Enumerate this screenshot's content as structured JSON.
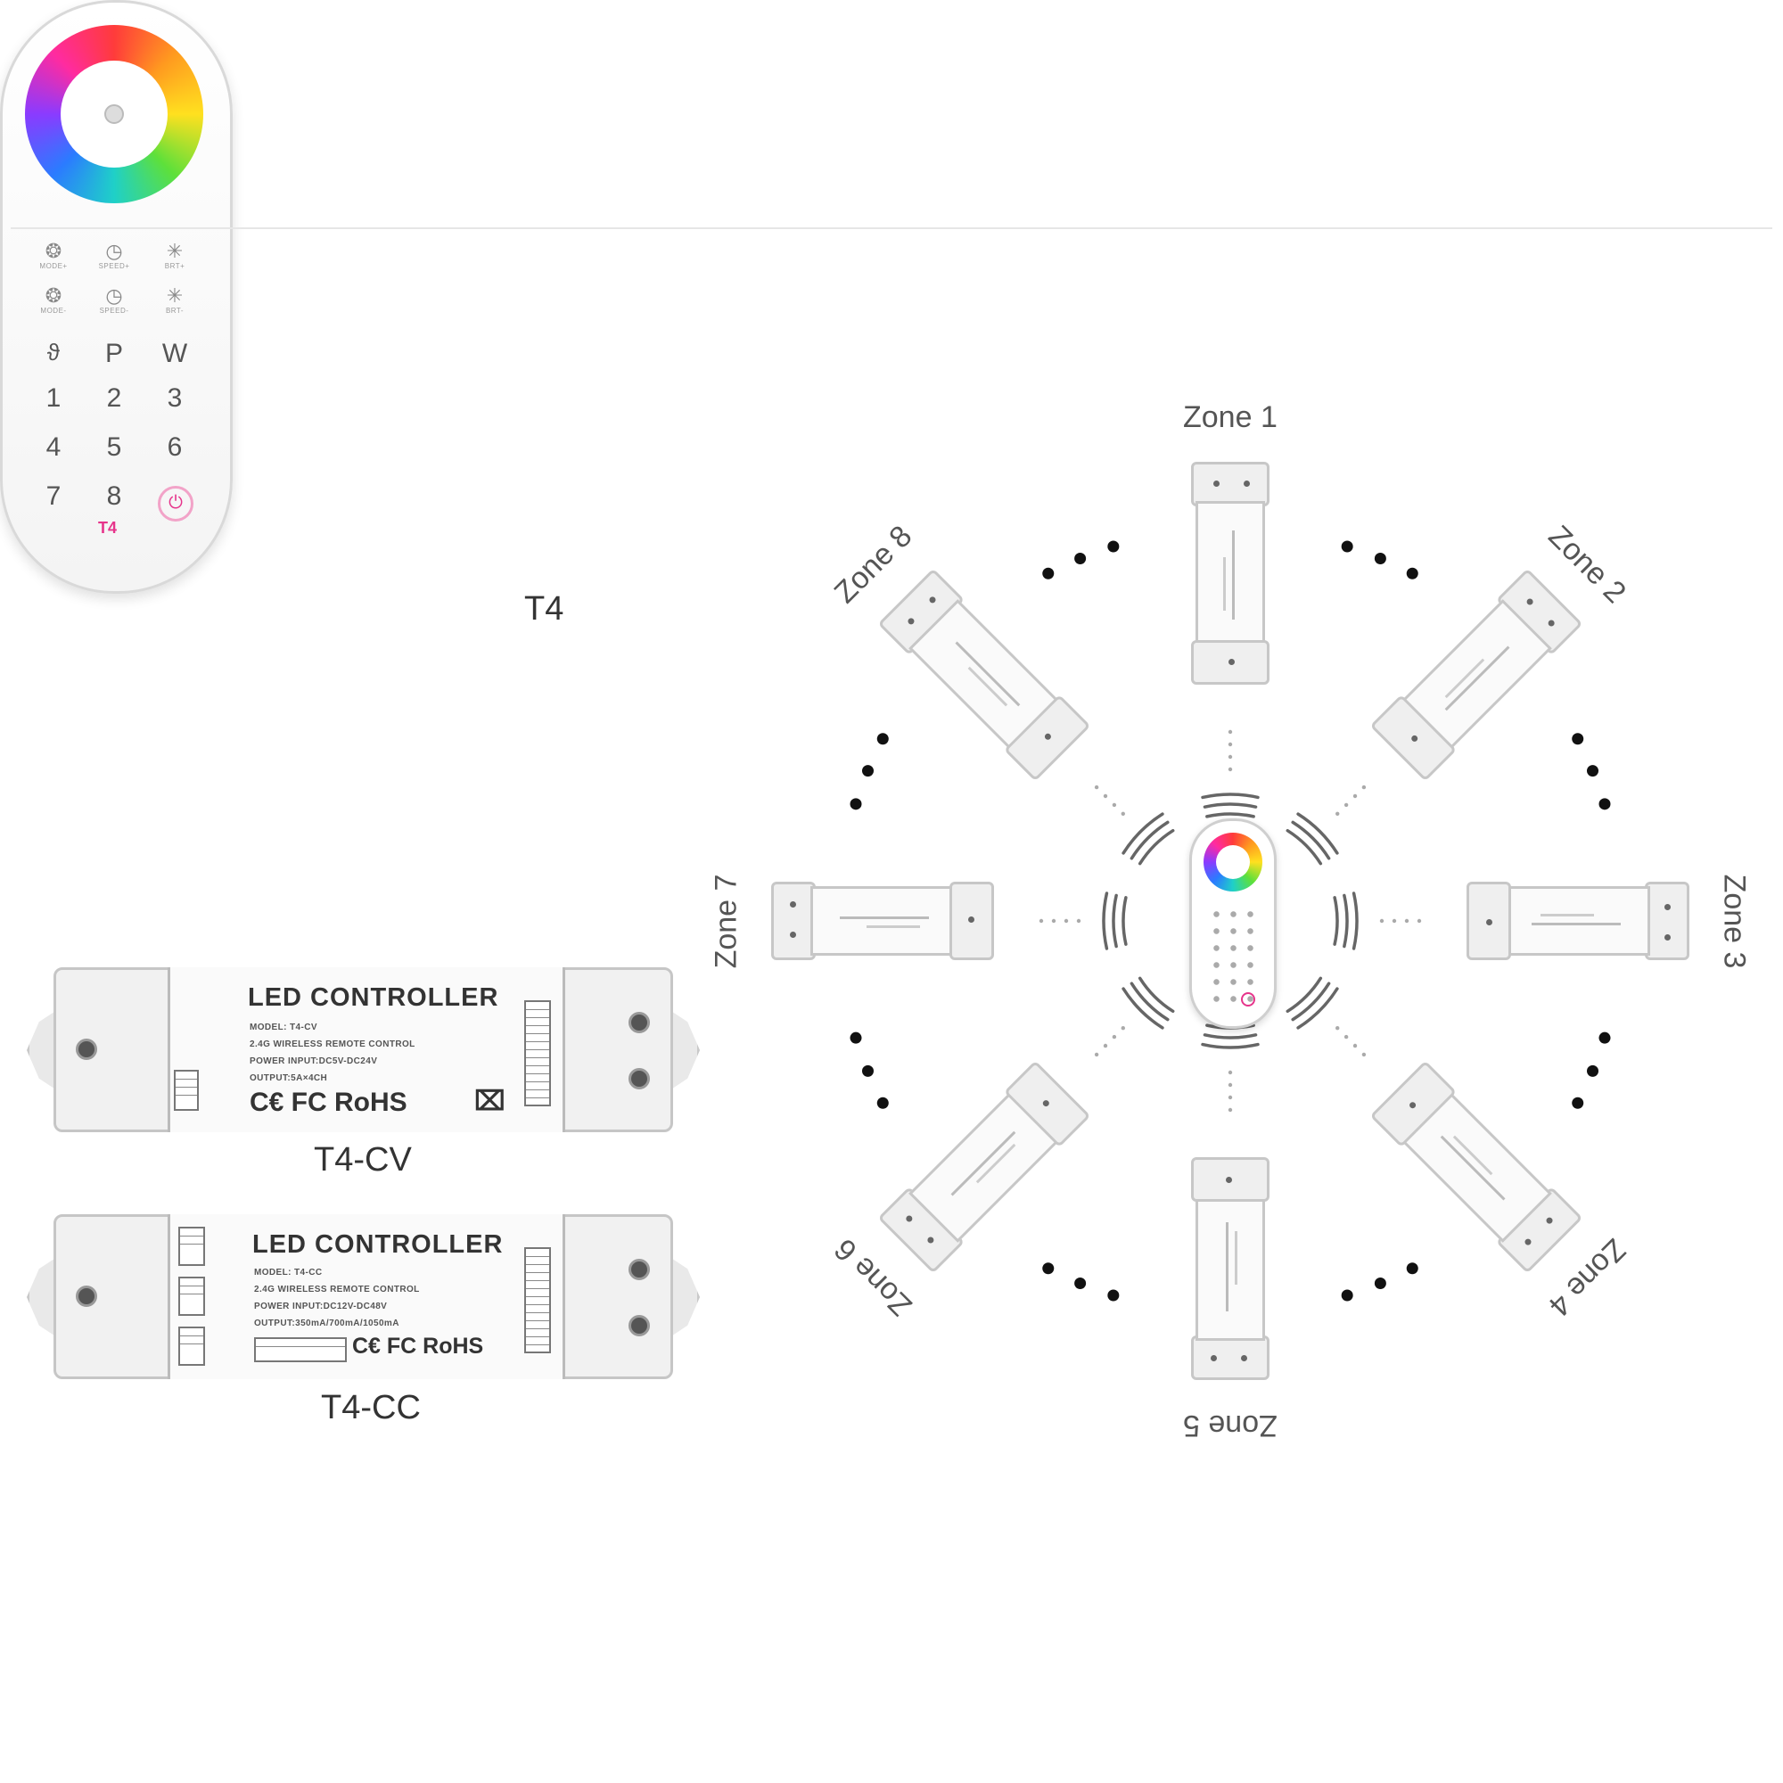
{
  "remote": {
    "label": "T4",
    "brand": "T4",
    "buttons_row1": [
      {
        "icon": "mode-icon",
        "glyph": "❂",
        "label": "MODE+"
      },
      {
        "icon": "speed-icon",
        "glyph": "◷",
        "label": "SPEED+"
      },
      {
        "icon": "brightness-icon",
        "glyph": "✳",
        "label": "BRT+"
      }
    ],
    "buttons_row2": [
      {
        "icon": "mode-icon",
        "glyph": "❂",
        "label": "MODE-"
      },
      {
        "icon": "speed-icon",
        "glyph": "◷",
        "label": "SPEED-"
      },
      {
        "icon": "brightness-icon",
        "glyph": "✳",
        "label": "BRT-"
      }
    ],
    "keys": [
      "ϑ",
      "P",
      "W",
      "1",
      "2",
      "3",
      "4",
      "5",
      "6",
      "7",
      "8"
    ]
  },
  "cv": {
    "caption": "T4-CV",
    "title": "LED CONTROLLER",
    "specs": [
      "MODEL: T4-CV",
      "2.4G WIRELESS REMOTE CONTROL",
      "POWER INPUT:DC5V-DC24V",
      "OUTPUT:5A×4CH"
    ],
    "marks": "C€  FC  RoHS"
  },
  "cc": {
    "caption": "T4-CC",
    "title": "LED CONTROLLER",
    "specs": [
      "MODEL: T4-CC",
      "2.4G WIRELESS REMOTE CONTROL",
      "POWER INPUT:DC12V-DC48V",
      "OUTPUT:350mA/700mA/1050mA"
    ],
    "marks": "C€ FC RoHS"
  },
  "zones": [
    "Zone 1",
    "Zone 2",
    "Zone 3",
    "Zone 4",
    "Zone 5",
    "Zone 6",
    "Zone 7",
    "Zone 8"
  ]
}
